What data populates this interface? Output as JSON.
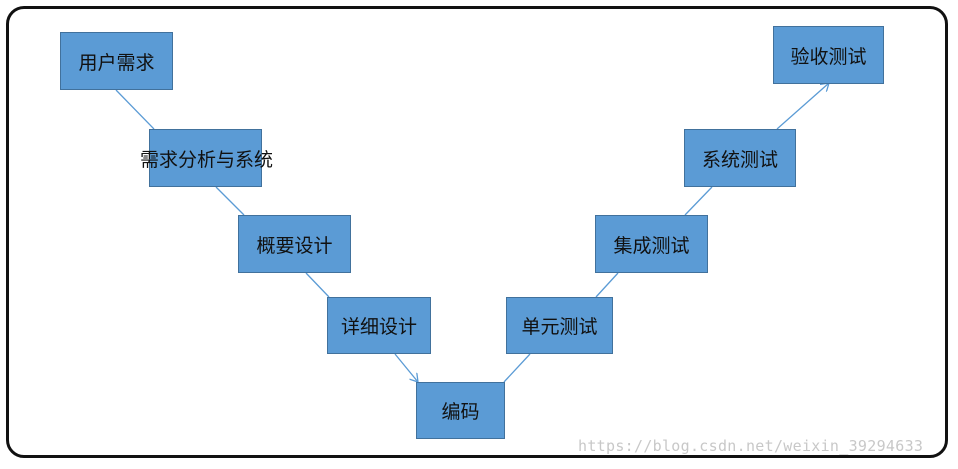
{
  "colors": {
    "box_fill": "#5b9bd5",
    "box_border": "#41719c",
    "line": "#5b9bd5",
    "frame": "#111111",
    "watermark": "#c8c8c8"
  },
  "nodes": [
    {
      "id": "requirements",
      "label": "用户需求"
    },
    {
      "id": "analysis",
      "label": "需求分析与系统"
    },
    {
      "id": "outline",
      "label": "概要设计"
    },
    {
      "id": "detail",
      "label": "详细设计"
    },
    {
      "id": "coding",
      "label": "编码"
    },
    {
      "id": "unit",
      "label": "单元测试"
    },
    {
      "id": "integration",
      "label": "集成测试"
    },
    {
      "id": "system",
      "label": "系统测试"
    },
    {
      "id": "acceptance",
      "label": "验收测试"
    }
  ],
  "watermark": "https://blog.csdn.net/weixin_39294633"
}
